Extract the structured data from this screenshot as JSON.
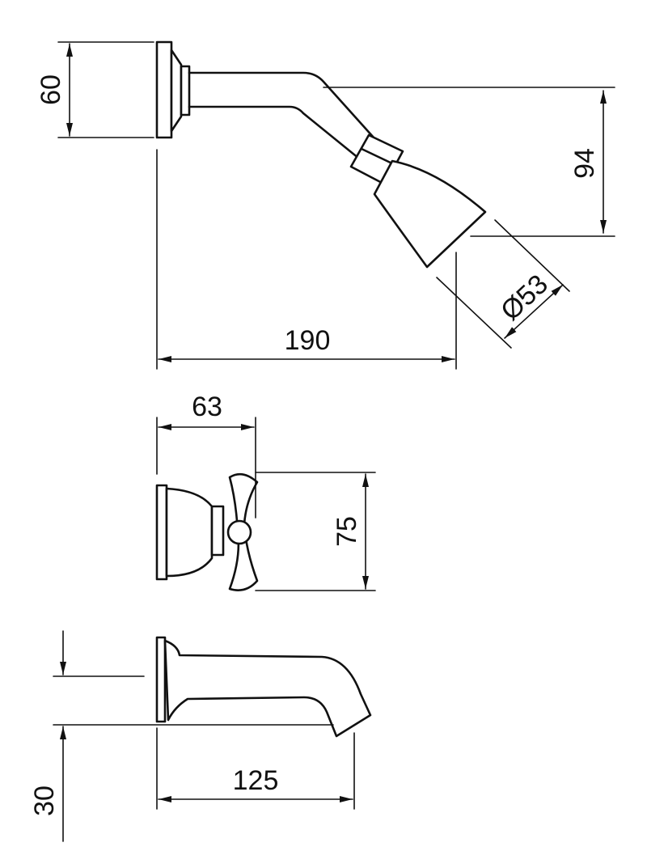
{
  "dimensions": {
    "shower_arm_height": "60",
    "shower_drop": "94",
    "shower_head_diameter": "Ø53",
    "shower_projection": "190",
    "tap_depth": "63",
    "tap_height": "75",
    "spout_projection": "125",
    "spout_height": "30"
  },
  "colors": {
    "line": "#111111",
    "background": "#ffffff"
  }
}
